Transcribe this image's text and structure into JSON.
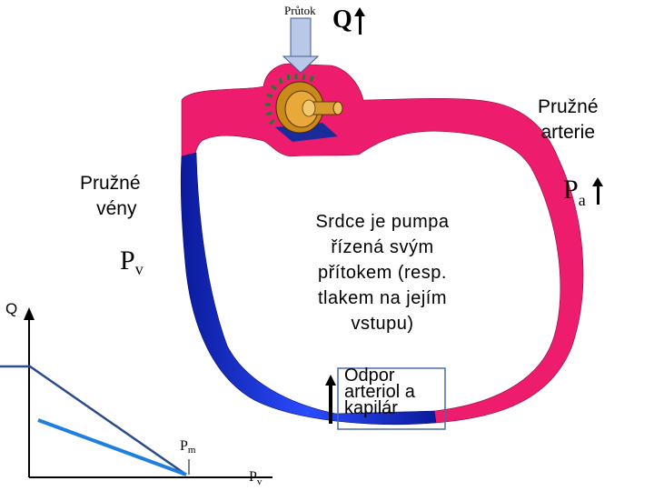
{
  "labels": {
    "prutok": "Průtok",
    "q_top": "Q",
    "arterie_line1": "Pružné",
    "arterie_line2": "arterie",
    "pa_main": "P",
    "pa_sub": "a",
    "veny_line1": "Pružné",
    "veny_line2": "vény",
    "pv_main": "P",
    "pv_sub": "v",
    "heart_text_lines": [
      "Srdce je pumpa",
      "řízená svým",
      "přítokem (resp.",
      "tlakem na jejím",
      "vstupu)"
    ],
    "odpor_lines": [
      "Odpor",
      "arteriol a",
      "kapilár"
    ],
    "graph_y_axis": "Q",
    "graph_pm_main": "P",
    "graph_pm_sub": "m",
    "graph_pv_main": "P",
    "graph_pv_sub": "v"
  },
  "colors": {
    "artery": "#ee1c6c",
    "vein": "#1f3fe0",
    "vein_dark": "#0a1a9a",
    "inflow_arrow": "#b8c8e8",
    "graph_line_dark": "#2a4a8a",
    "graph_line_light": "#1e7fe0",
    "box_border": "#4a6aa8"
  },
  "icons": {
    "pump": "turbine-pump-icon",
    "inflow": "down-arrow-icon"
  }
}
